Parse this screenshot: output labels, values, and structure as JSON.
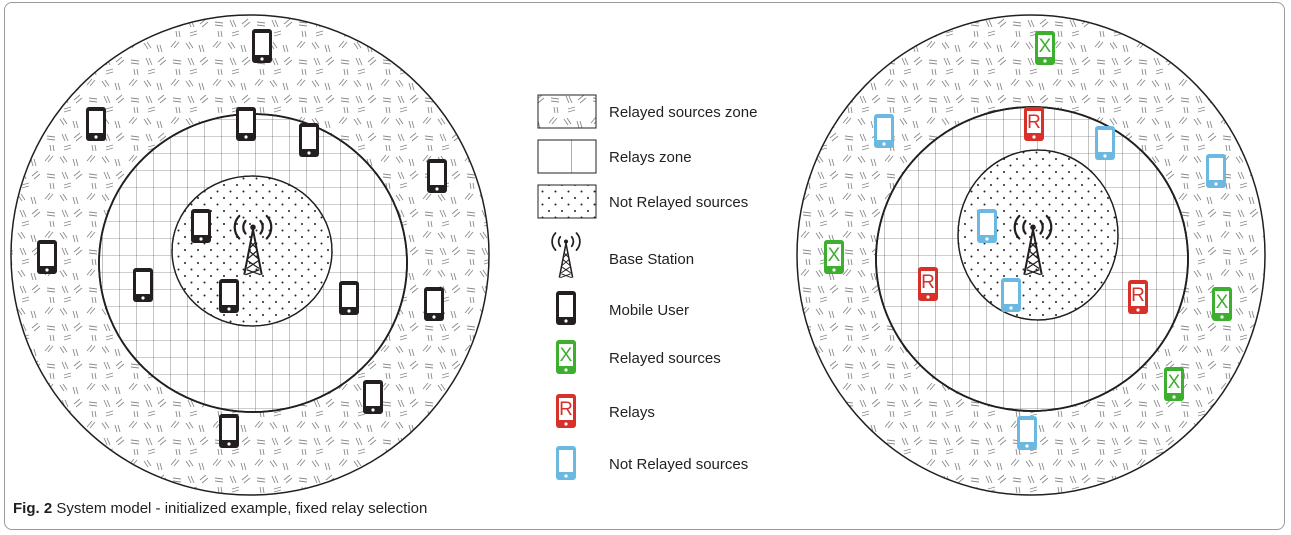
{
  "legend": {
    "items": [
      {
        "key": "relayed-zone",
        "label": "Relayed sources zone"
      },
      {
        "key": "relays-zone",
        "label": "Relays zone"
      },
      {
        "key": "not-relayed-zone",
        "label": "Not Relayed sources"
      },
      {
        "key": "base-station",
        "label": "Base Station"
      },
      {
        "key": "mobile-user",
        "label": "Mobile User"
      },
      {
        "key": "relayed-source",
        "label": "Relayed sources",
        "glyph": "X"
      },
      {
        "key": "relay",
        "label": "Relays",
        "glyph": "R"
      },
      {
        "key": "not-relayed-source",
        "label": "Not Relayed sources"
      }
    ]
  },
  "colors": {
    "black": "#231f20",
    "green": "#3cb02e",
    "red": "#d7312a",
    "blue": "#6bb9e0",
    "hatch": "#8a8a8a"
  },
  "caption": {
    "fig": "Fig. 2",
    "text": "System model - initialized example, fixed relay selection"
  }
}
